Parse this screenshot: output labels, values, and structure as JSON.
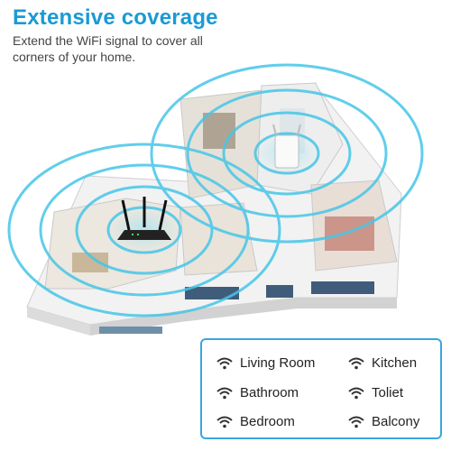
{
  "header": {
    "title": "Extensive coverage",
    "subtitle": "Extend the WiFi signal to cover all corners of your home."
  },
  "colors": {
    "accent": "#1a9ad6",
    "legend_border": "#3aa6df",
    "signal": "#46c6e8",
    "wall": "#e9e9e9"
  },
  "legend": {
    "icon": "wifi-icon",
    "rooms": [
      {
        "label": "Living Room"
      },
      {
        "label": "Kitchen"
      },
      {
        "label": "Bathroom"
      },
      {
        "label": "Toliet"
      },
      {
        "label": "Bedroom"
      },
      {
        "label": "Balcony"
      }
    ]
  }
}
